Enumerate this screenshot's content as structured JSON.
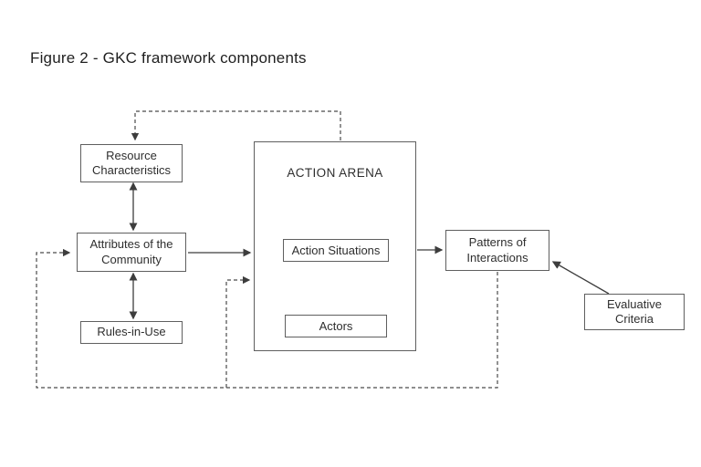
{
  "figure": {
    "caption": "Figure 2 - GKC framework components"
  },
  "colors": {
    "background": "#ffffff",
    "line": "#3d3d3d",
    "box_border": "#5f5f5f",
    "text": "#2e2e2e"
  },
  "diagram": {
    "nodes": {
      "resource_characteristics": {
        "label": "Resource Characteristics"
      },
      "attributes_community": {
        "label": "Attributes of the Community"
      },
      "rules_in_use": {
        "label": "Rules-in-Use"
      },
      "action_arena": {
        "label": "ACTION ARENA"
      },
      "action_situations": {
        "label": "Action Situations"
      },
      "actors": {
        "label": "Actors"
      },
      "patterns_of_interactions": {
        "label": "Patterns of Interactions"
      },
      "evaluative_criteria": {
        "label": "Evaluative Criteria"
      }
    },
    "edges": [
      {
        "from": "resource_characteristics",
        "to": "attributes_community",
        "style": "solid",
        "arrows": "both"
      },
      {
        "from": "attributes_community",
        "to": "rules_in_use",
        "style": "solid",
        "arrows": "both"
      },
      {
        "from": "attributes_community",
        "to": "action_arena",
        "style": "solid",
        "arrows": "end"
      },
      {
        "from": "action_arena",
        "to": "patterns_of_interactions",
        "style": "solid",
        "arrows": "end"
      },
      {
        "from": "evaluative_criteria",
        "to": "patterns_of_interactions",
        "style": "solid",
        "arrows": "end"
      },
      {
        "from": "action_arena",
        "to": "resource_characteristics",
        "style": "dashed",
        "arrows": "end"
      },
      {
        "from": "patterns_of_interactions",
        "to": "attributes_community",
        "style": "dashed",
        "arrows": "end"
      },
      {
        "from": "patterns_of_interactions",
        "to": "action_arena",
        "style": "dashed",
        "arrows": "end"
      }
    ]
  }
}
